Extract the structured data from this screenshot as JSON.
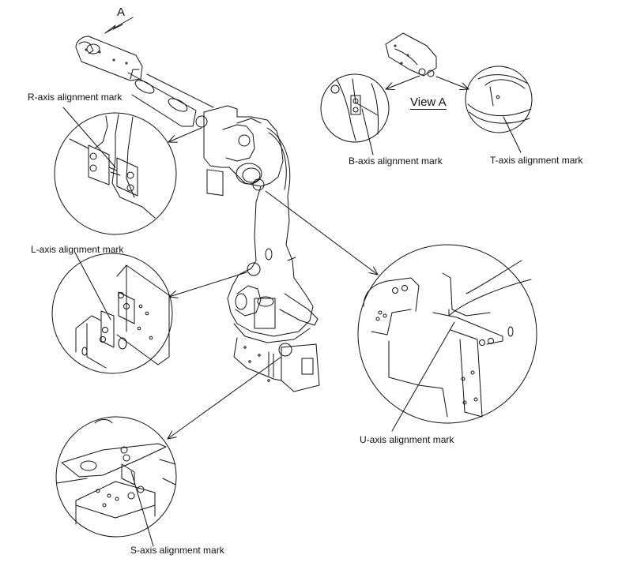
{
  "diagram": {
    "subject": "Industrial robot manipulator - axis alignment marks",
    "view_marker": "A",
    "view_title": "View A",
    "labels": {
      "r_axis": "R-axis alignment mark",
      "b_axis": "B-axis alignment mark",
      "t_axis": "T-axis alignment mark",
      "l_axis": "L-axis alignment mark",
      "u_axis": "U-axis alignment mark",
      "s_axis": "S-axis alignment mark"
    },
    "detail_views": [
      "R-axis",
      "B-axis",
      "T-axis",
      "L-axis",
      "U-axis",
      "S-axis"
    ],
    "line_color": "#111111",
    "background": "#ffffff"
  }
}
